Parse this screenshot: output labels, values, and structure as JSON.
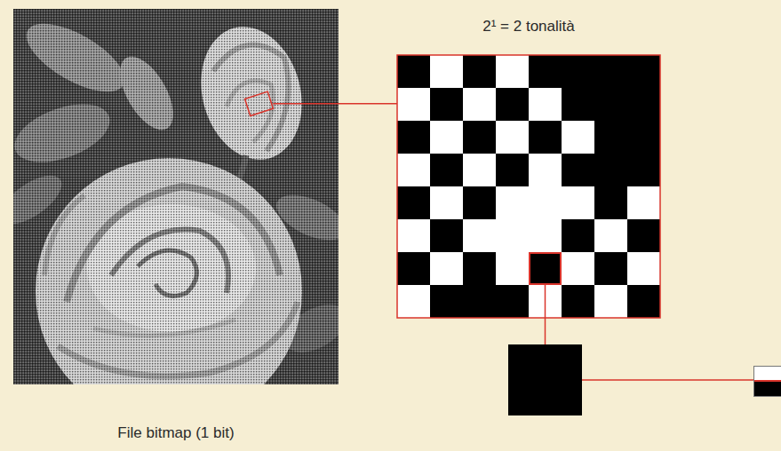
{
  "diagram": {
    "nodes": [
      {
        "text": [
          "File bitmap (1 bit)"
        ]
      },
      {
        "text": [
          "2¹ = 2 tonalità"
        ]
      }
    ],
    "edges": [
      {
        "from": 0,
        "to": 1,
        "arrow": "none"
      }
    ]
  }
}
